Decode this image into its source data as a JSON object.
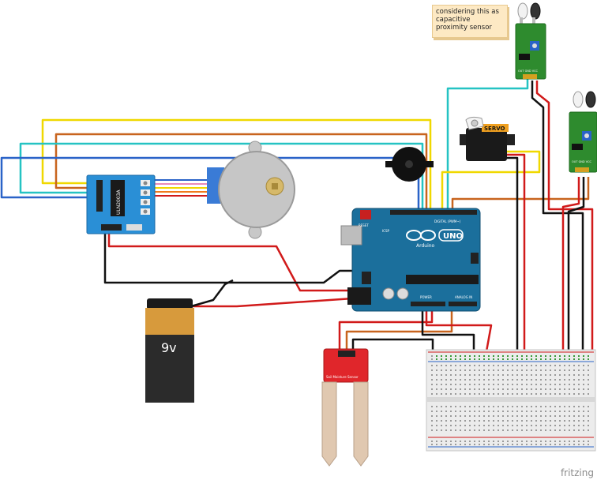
{
  "note": {
    "text": "considering this as capacitive proximity sensor"
  },
  "battery": {
    "label": "9v"
  },
  "driver_board": {
    "chip_label": "ULN2003A"
  },
  "servo": {
    "label": "SERVO"
  },
  "arduino": {
    "logo_text": "UNO",
    "brand_text": "Arduino",
    "digital_label": "DIGITAL (PWM~)",
    "power_label": "POWER",
    "analog_label": "ANALOG IN",
    "reset_label": "RESET",
    "icsp_label": "ICSP"
  },
  "soil_sensor": {
    "label": "Soil Moisture Sensor"
  },
  "ir_sensor": {
    "pin_label": "OUT GND VCC"
  },
  "watermark": "fritzing",
  "colors": {
    "arduino": "#1b6f9c",
    "board_blue": "#2a8fd6",
    "sensor_green": "#2e8b2e",
    "sparkfun_red": "#e0262b",
    "wire_red": "#d11a1a",
    "wire_black": "#111111",
    "wire_yellow": "#f0d800",
    "wire_orange": "#c8641e",
    "wire_cyan": "#25c3c3",
    "wire_blue": "#2a63c8",
    "wire_brown": "#8b4a1c"
  }
}
